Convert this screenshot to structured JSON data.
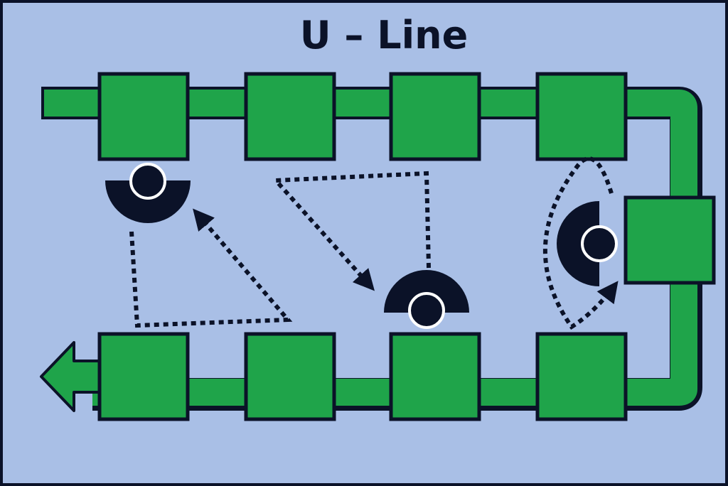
{
  "title": "U – Line",
  "colors": {
    "background": "#a9bfe6",
    "frame": "#0b1228",
    "conveyor": "#1fa44a",
    "station": "#1fa44a",
    "outline": "#0b1228",
    "operator": "#0b1228",
    "operator_head_ring": "#ffffff",
    "path": "#0b1228",
    "title": "#0b1228"
  },
  "layout": {
    "top_row_stations": 4,
    "side_stations": 1,
    "bottom_row_stations": 4,
    "operators": 3,
    "flow_direction": "left-out"
  },
  "icons": {
    "station": "workstation-square",
    "operator": "operator-top-view",
    "exit": "flow-arrow-left-icon"
  }
}
